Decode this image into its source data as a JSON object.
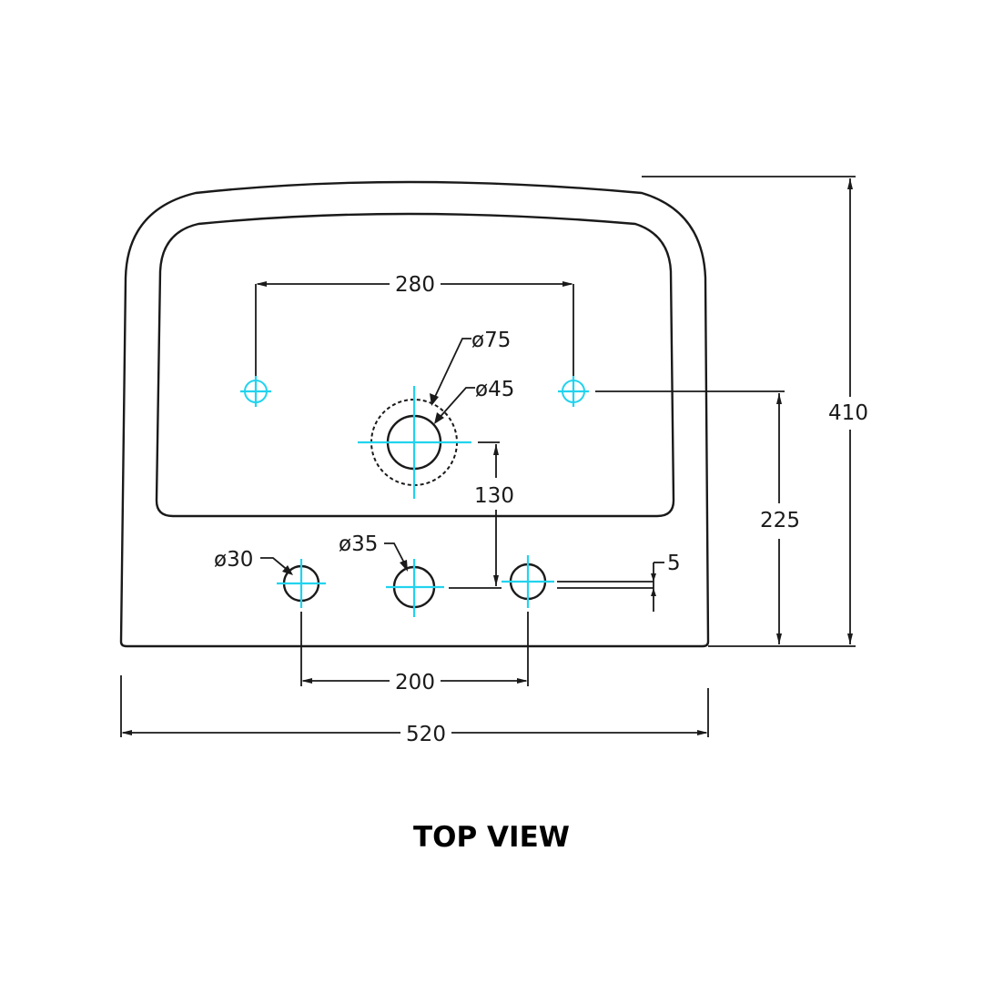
{
  "drawing": {
    "title": "TOP VIEW",
    "dimensions": {
      "tap_hole_spacing": "280",
      "overflow_outer_dia": "ø75",
      "overflow_inner_dia": "ø45",
      "drain_offset": "130",
      "side_hole_dia": "ø30",
      "center_hole_dia": "ø35",
      "rim_offset": "5",
      "lower_hole_spacing": "200",
      "overall_width": "520",
      "overall_depth": "410",
      "tap_hole_height": "225"
    },
    "colors": {
      "outline": "#1a1a1a",
      "centerline": "#22d3ee"
    }
  }
}
